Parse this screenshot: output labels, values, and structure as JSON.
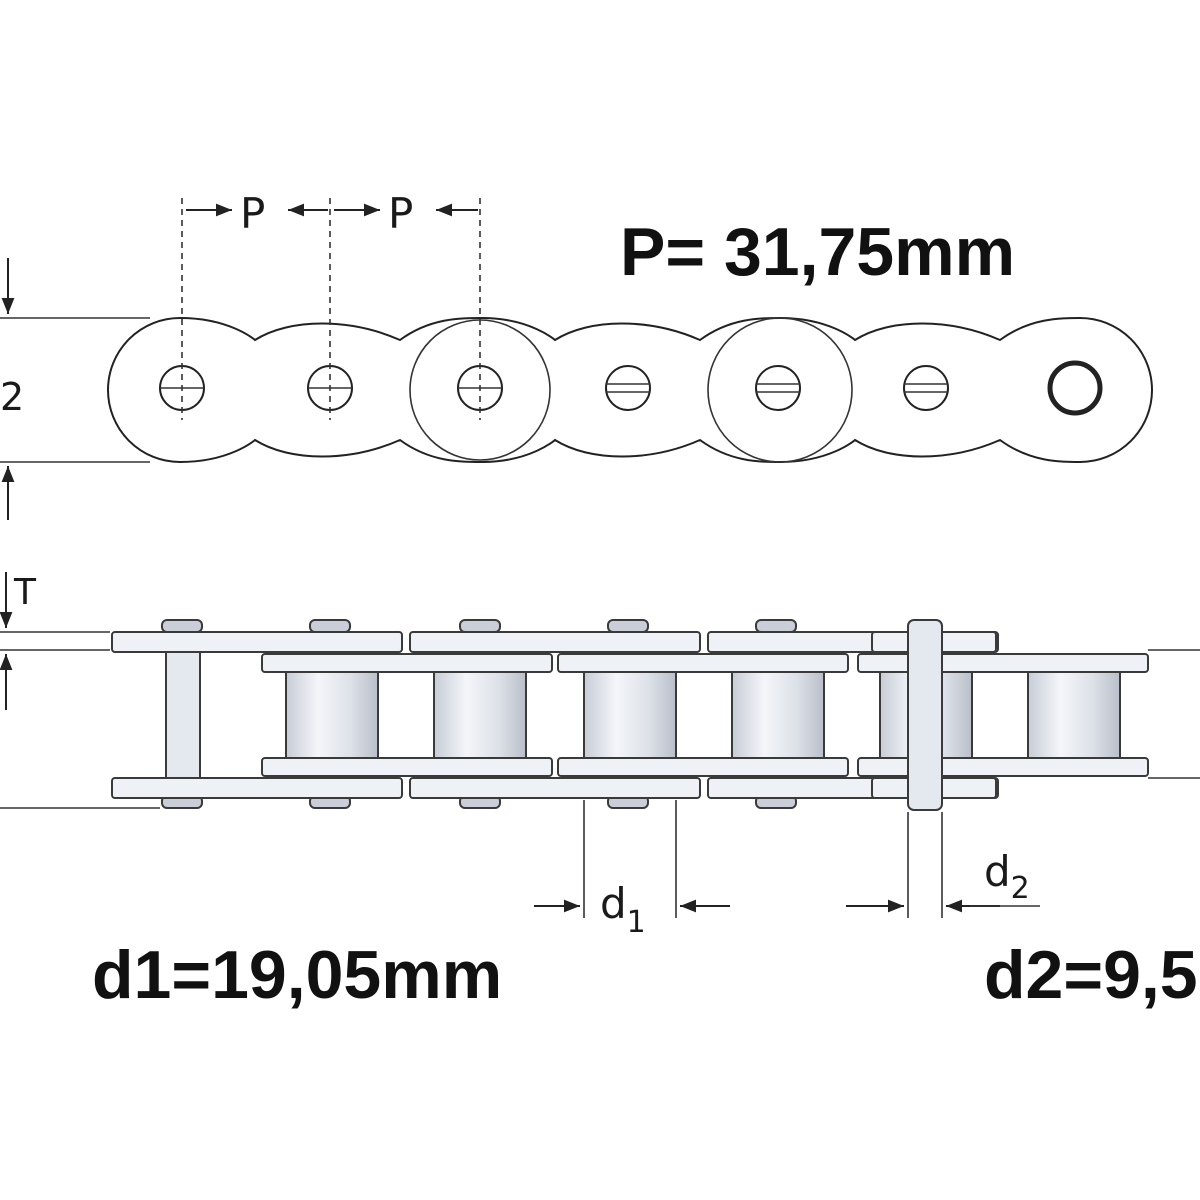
{
  "labels": {
    "pitch_left": "P",
    "pitch_right": "P",
    "d2_cut": "2",
    "t_label": "T",
    "d1_sym": "d",
    "d1_sub": "1",
    "d2_sym": "d",
    "d2_sub": "2"
  },
  "specs": {
    "pitch": "P= 31,75mm",
    "d1": "d1=19,05mm",
    "d2": "d2=9,5"
  }
}
